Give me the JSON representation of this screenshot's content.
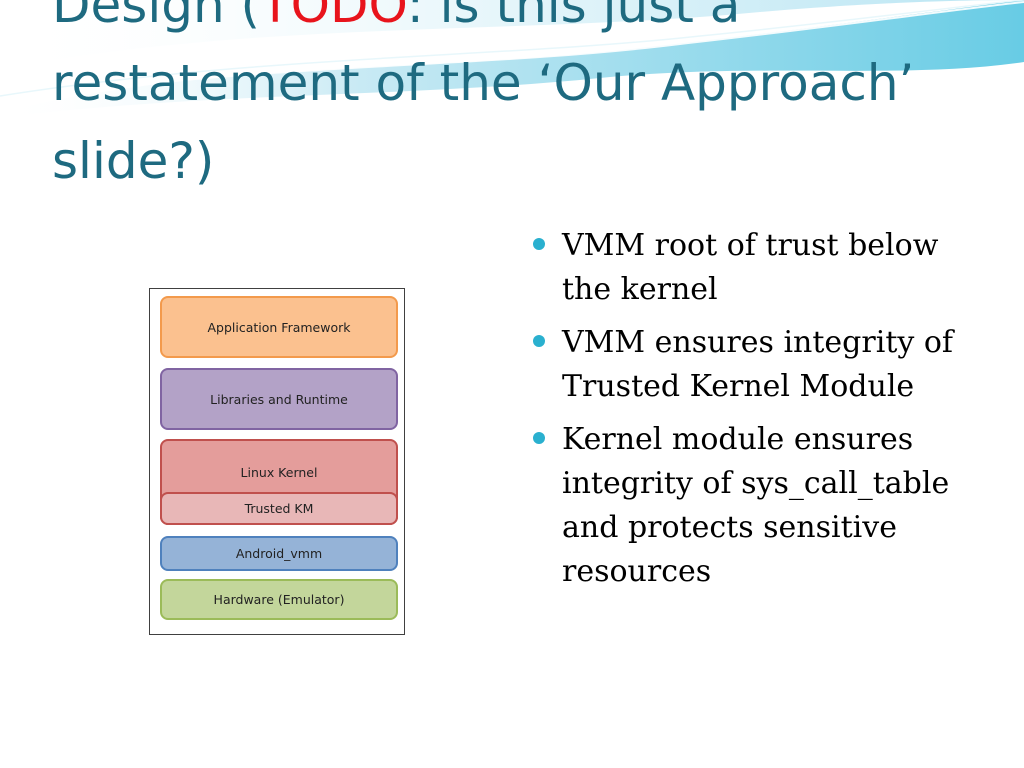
{
  "slide": {
    "title_before": "Design (",
    "title_highlight": "TODO",
    "title_after": ": is this just a restatement of the ‘Our Approach’ slide?)",
    "colors": {
      "title": "#1e6a80",
      "highlight": "#e8141c",
      "bullet": "#2ab0cf"
    }
  },
  "diagram": {
    "layers": [
      {
        "label": "Application Framework",
        "fill": "#fbc18f",
        "stroke": "#f39a4c"
      },
      {
        "label": "Libraries and Runtime",
        "fill": "#b3a2c7",
        "stroke": "#8064a2"
      },
      {
        "label": "Linux Kernel",
        "fill": "#e49d9b",
        "stroke": "#c0504d"
      },
      {
        "label": "Trusted KM",
        "fill": "#e8b7b7",
        "stroke": "#c0504d"
      },
      {
        "label": "Android_vmm",
        "fill": "#95b3d7",
        "stroke": "#4f81bd"
      },
      {
        "label": "Hardware (Emulator)",
        "fill": "#c3d69b",
        "stroke": "#9bbb59"
      }
    ]
  },
  "bullets": [
    "VMM root of trust below the kernel",
    "VMM ensures integrity of Trusted Kernel Module",
    "Kernel module ensures integrity of sys_call_table and protects sensitive resources"
  ]
}
